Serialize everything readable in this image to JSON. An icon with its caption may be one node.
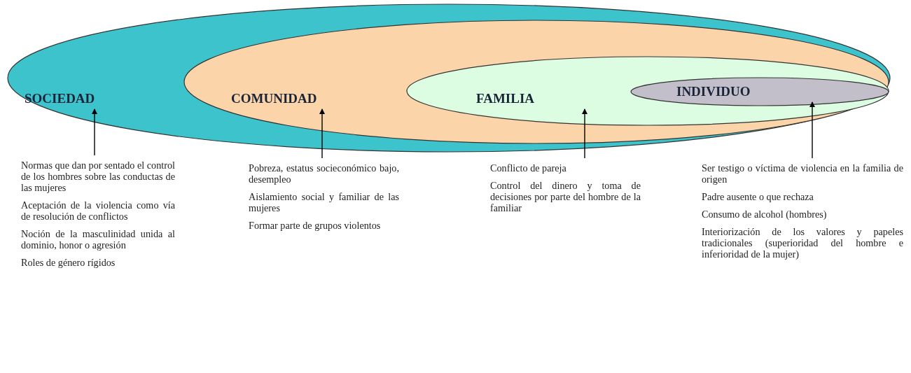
{
  "diagram": {
    "nodes": [
      {
        "text": [
          "SOCIEDAD"
        ]
      },
      {
        "text": [
          "COMUNIDAD"
        ],
        "in": 0
      },
      {
        "text": [
          "FAMILIA"
        ],
        "in": 1
      },
      {
        "text": [
          "INDIVIDUO"
        ],
        "in": 2
      },
      {
        "text": [
          "Normas que dan por sentado el control de los hombres sobre las conductas de las mujeres",
          "Aceptación de la violencia como vía de resolución de conflictos",
          "Noción de la masculinidad unida al dominio, honor o agresión",
          "Roles de género rígidos"
        ]
      },
      {
        "text": [
          "Pobreza, estatus socieconómico bajo, desempleo",
          "Aislamiento social y familiar de las mujeres",
          "Formar parte de grupos violentos"
        ]
      },
      {
        "text": [
          "Conflicto de pareja",
          "Control del dinero y toma de decisiones por parte del hombre de la familiar"
        ]
      },
      {
        "text": [
          "Ser testigo o víctima de violencia en la familia de origen",
          "Padre ausente o que rechaza",
          "Consumo de alcohol (hombres)",
          "Interiorización de los valores y papeles tradicionales (superioridad del hombre e inferioridad de la mujer)"
        ]
      }
    ],
    "edges": [
      {
        "from": 4,
        "to": 0,
        "arrow": "to"
      },
      {
        "from": 5,
        "to": 1,
        "arrow": "to"
      },
      {
        "from": 6,
        "to": 2,
        "arrow": "to"
      },
      {
        "from": 7,
        "to": 3,
        "arrow": "to"
      }
    ]
  }
}
